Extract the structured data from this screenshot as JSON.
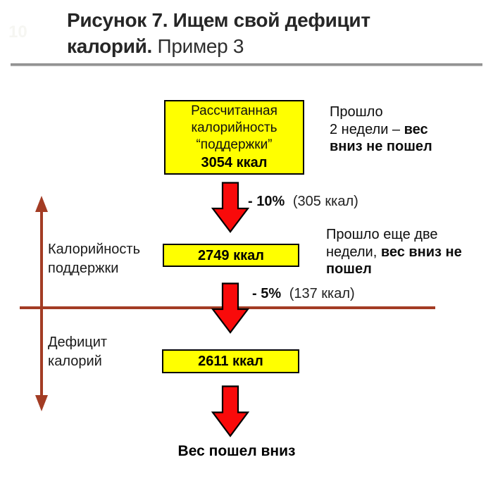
{
  "watermark": "10",
  "title": {
    "line1": "Рисунок 7. Ищем свой дефицит",
    "line2_bold": "калорий.",
    "line2_regular": "Пример 3"
  },
  "flow": {
    "maintenance_box": {
      "line1": "Рассчитанная",
      "line2": "калорийность",
      "line3": "“поддержки”",
      "value": "3054 ккал"
    },
    "step1": {
      "label_bold": "- 10%",
      "label_rest": "(305 ккал)",
      "box_value": "2749 ккал"
    },
    "step2": {
      "label_bold": "- 5%",
      "label_rest": "(137 ккал)",
      "box_value": "2611 ккал"
    },
    "result": "Вес пошел вниз"
  },
  "notes": {
    "note1": {
      "line1": "Прошло",
      "line2_regular": "2 недели – ",
      "line2_bold": "вес",
      "line3_bold": "вниз не пошел"
    },
    "note2": {
      "line1": "Прошло еще две",
      "line2_regular": "недели, ",
      "line2_bold": "вес вниз не",
      "line3_bold": "пошел"
    }
  },
  "axis": {
    "upper_label_line1": "Калорийность",
    "upper_label_line2": "поддержки",
    "lower_label_line1": "Дефицит",
    "lower_label_line2": "калорий"
  },
  "colors": {
    "box_fill": "#FFFF00",
    "arrow_fill": "#F90A0A",
    "axis_color": "#A33C24",
    "divider": "#8C8C8C"
  }
}
